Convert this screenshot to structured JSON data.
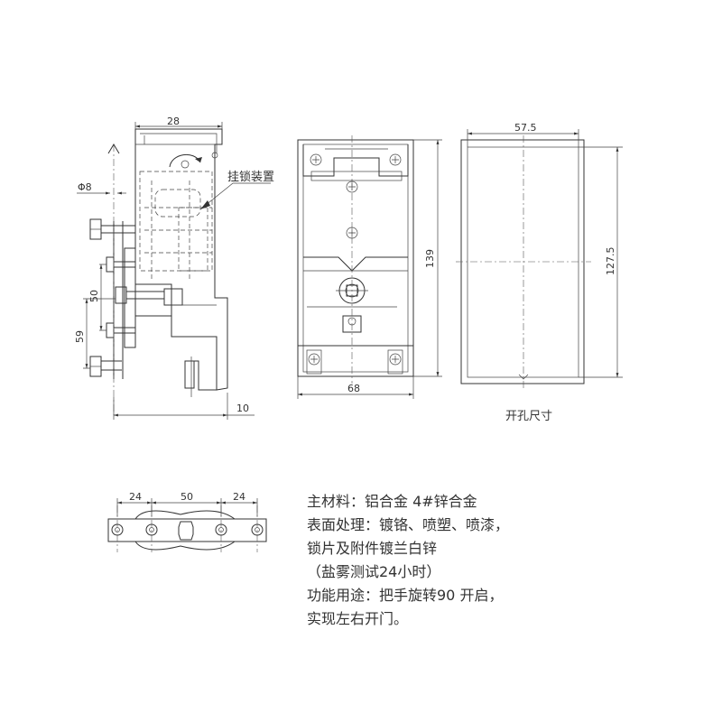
{
  "side_view": {
    "dim_top": "28",
    "dim_shaft": "Φ8",
    "dim_50": "50",
    "dim_59": "59",
    "dim_bottom": "10",
    "callout": "挂锁装置"
  },
  "front_view": {
    "dim_width": "68",
    "dim_height": "139"
  },
  "cutout_view": {
    "dim_width": "57.5",
    "dim_height": "127.5",
    "caption": "开孔尺寸"
  },
  "bottom_view": {
    "dim_left": "24",
    "dim_mid": "50",
    "dim_right": "24"
  },
  "spec_lines": [
    "主材料：铝合金 4#锌合金",
    "表面处理：镀铬、喷塑、喷漆，",
    "锁片及附件镀兰白锌",
    "（盐雾测试24小时）",
    "功能用途：把手旋转90 开启，",
    "实现左右开门。"
  ]
}
